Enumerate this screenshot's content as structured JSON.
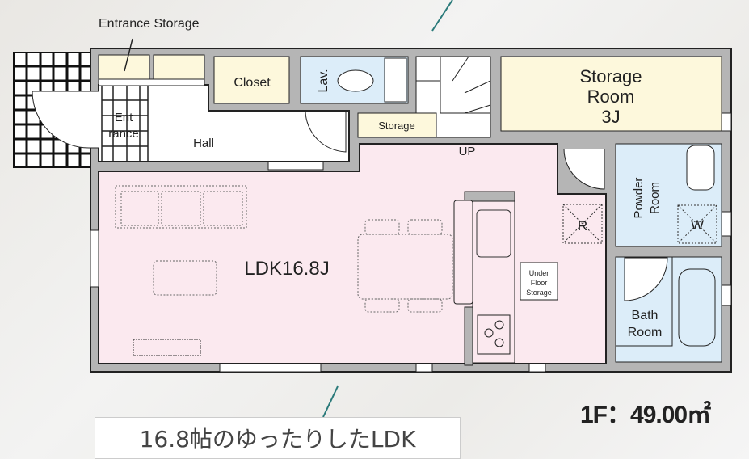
{
  "labels": {
    "entrance_storage": "Entrance Storage",
    "entrance_1": "Ent",
    "entrance_2": "rance",
    "hall": "Hall",
    "closet": "Closet",
    "lav": "Lav.",
    "storage": "Storage",
    "up": "UP",
    "storage_room_1": "Storage",
    "storage_room_2": "Room",
    "storage_room_3": "3J",
    "powder_room_1": "Powder",
    "powder_room_2": "Room",
    "washer": "W",
    "fridge": "R",
    "ldk": "LDK16.8J",
    "under_floor_1": "Under",
    "under_floor_2": "Floor",
    "under_floor_3": "Storage",
    "bath_room_1": "Bath",
    "bath_room_2": "Room"
  },
  "caption": "16.8帖のゆったりしたLDK",
  "floor_area": "1F：49.00㎡",
  "colors": {
    "wall": "#b5b5b5",
    "ldk": "#fbe9ef",
    "storage": "#fdf8dc",
    "wet": "#dcedf9"
  }
}
